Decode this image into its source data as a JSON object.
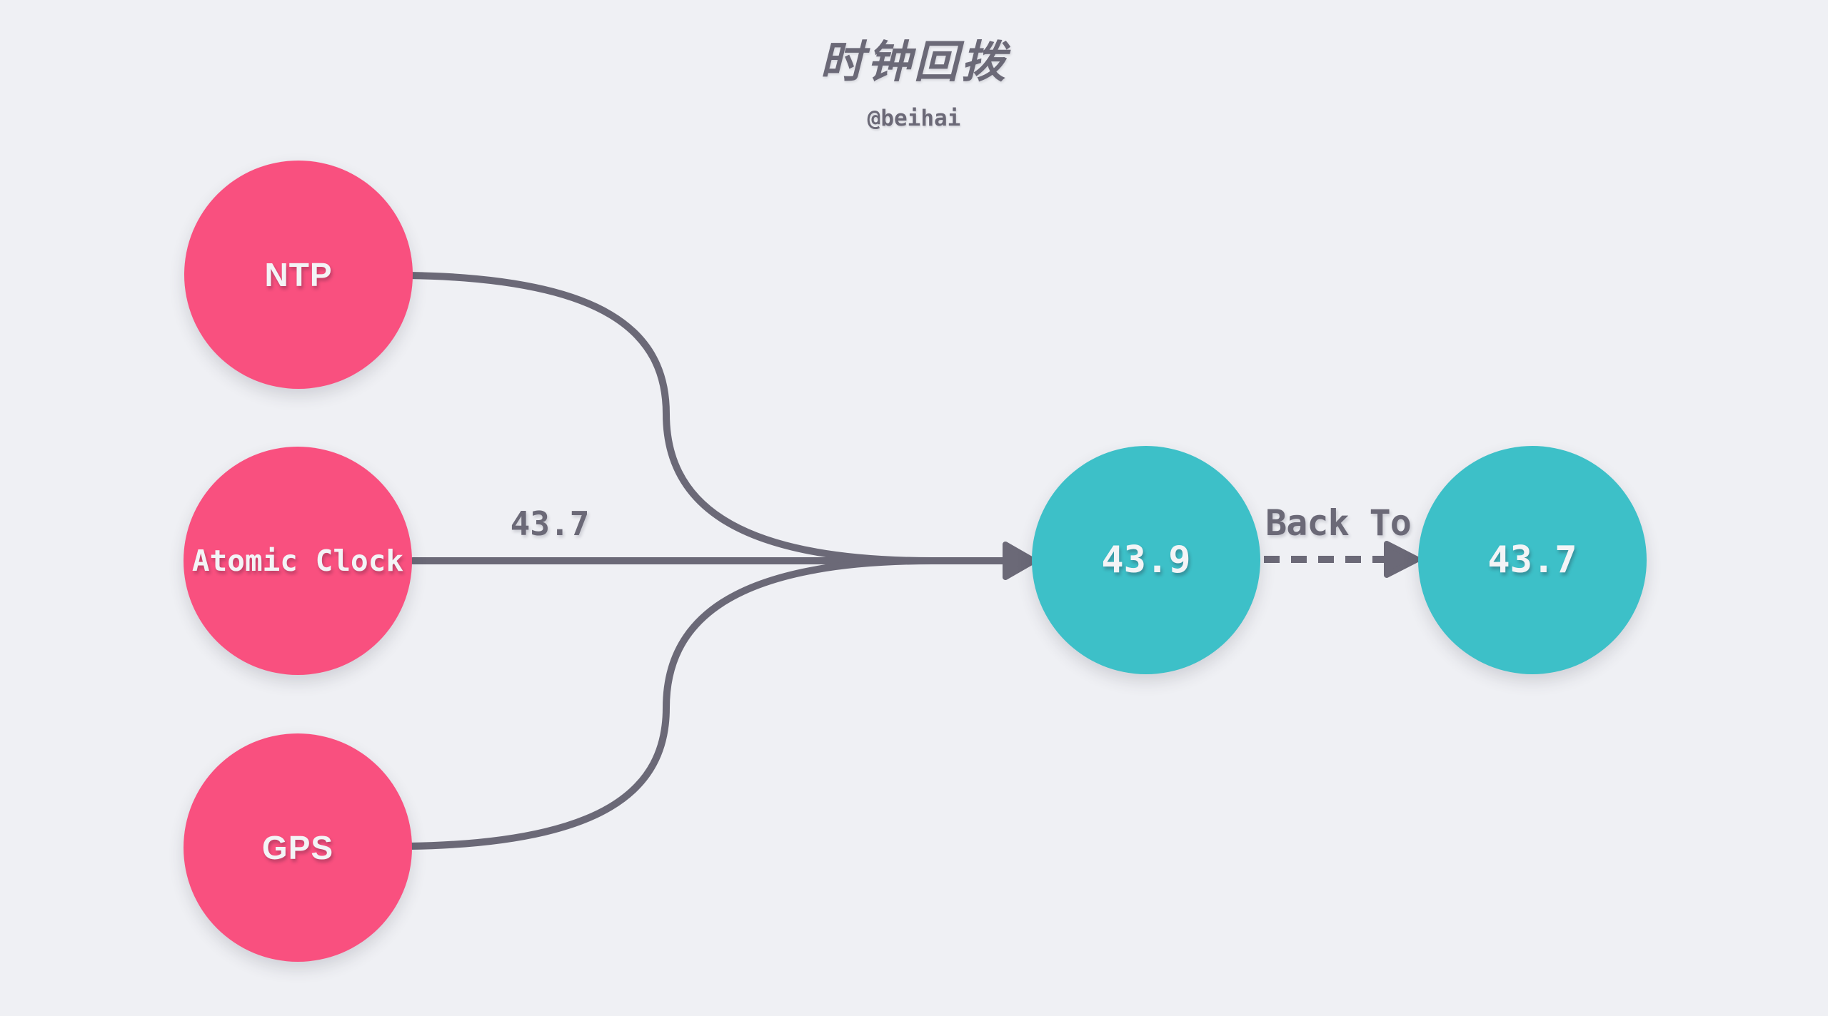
{
  "diagram": {
    "title": "时钟回拨",
    "author": "@beihai",
    "nodes": {
      "ntp": {
        "label": "NTP",
        "type": "source"
      },
      "atomic_clock": {
        "label": "Atomic Clock",
        "type": "source"
      },
      "gps": {
        "label": "GPS",
        "type": "source"
      },
      "merged_time": {
        "label": "43.9",
        "type": "result"
      },
      "rollback_time": {
        "label": "43.7",
        "type": "result"
      }
    },
    "edges": {
      "ntp_to_merged": {
        "label": "",
        "style": "solid"
      },
      "atomic_to_merged": {
        "label": "43.7",
        "style": "solid"
      },
      "gps_to_merged": {
        "label": "",
        "style": "solid"
      },
      "merged_to_rollback": {
        "label": "Back To",
        "style": "dashed"
      }
    },
    "colors": {
      "background": "#eff0f4",
      "source_node": "#f9507f",
      "result_node": "#3dc0c8",
      "edge": "#6b6977",
      "node_text": "#f3f4f6",
      "label_text": "#6b6977"
    }
  }
}
